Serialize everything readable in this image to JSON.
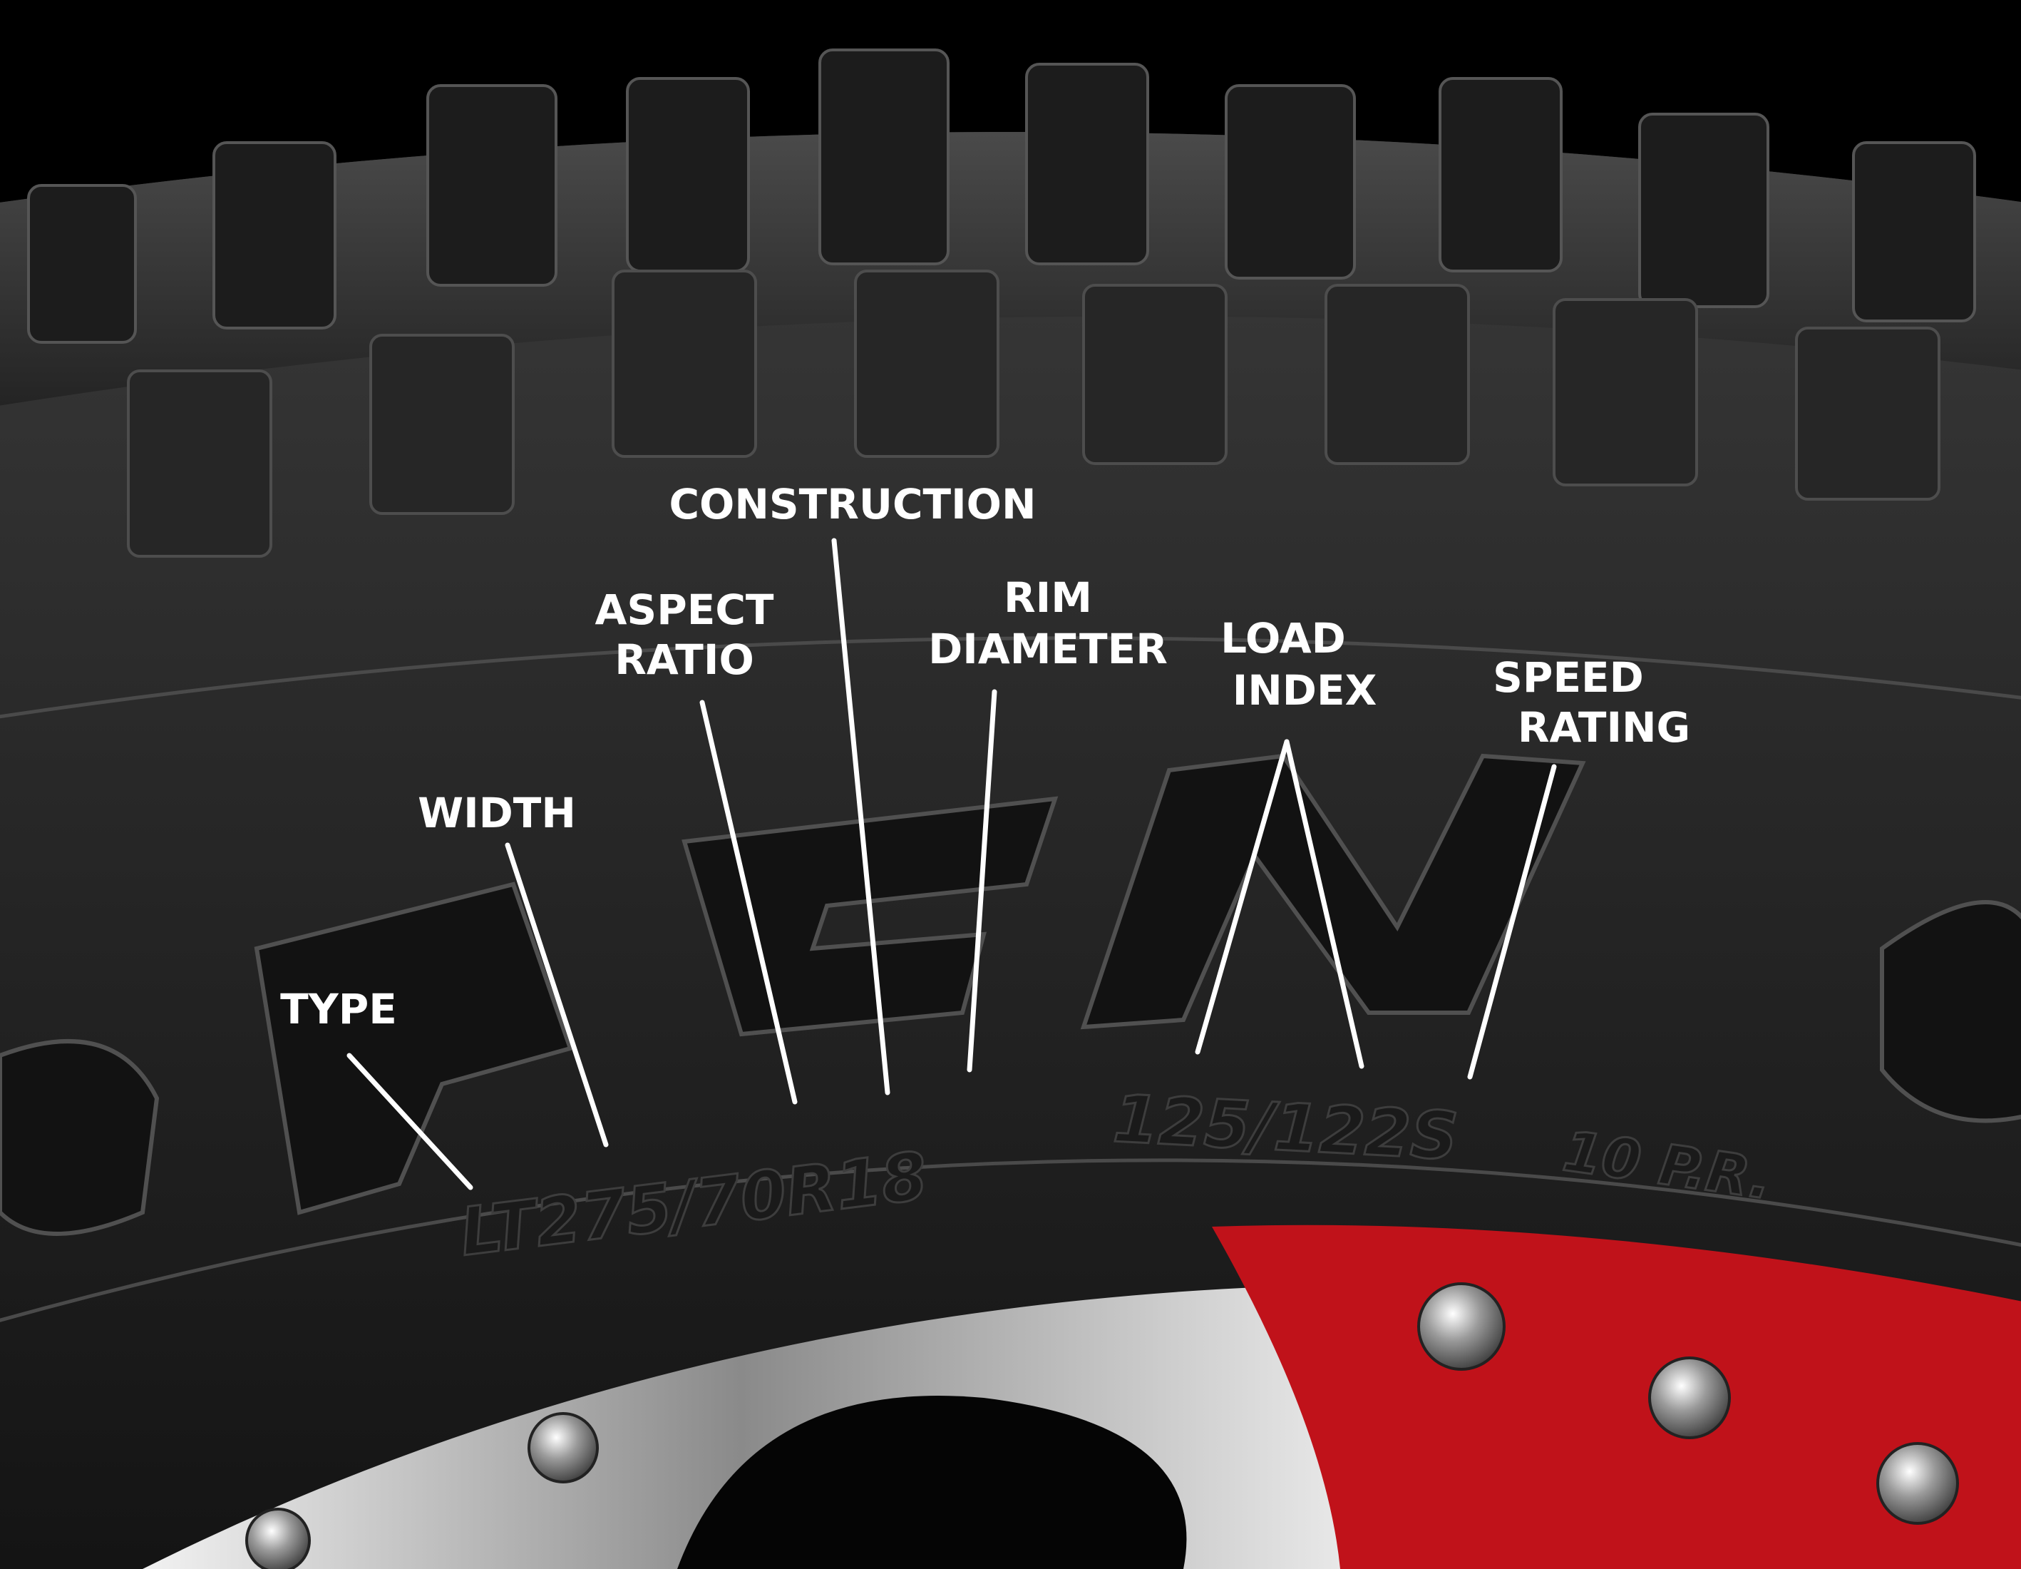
{
  "labels": {
    "type": "TYPE",
    "width": "WIDTH",
    "aspect_ratio_1": "ASPECT",
    "aspect_ratio_2": "RATIO",
    "construction": "CONSTRUCTION",
    "rim_diameter_1": "RIM",
    "rim_diameter_2": "DIAMETER",
    "load_index_1": "LOAD",
    "load_index_2": "INDEX",
    "speed_rating_1": "SPEED",
    "speed_rating_2": "RATING"
  },
  "sidewall": {
    "size_code": "LT275/70R18",
    "load_speed_code": "125/122S",
    "ply_rating": "10 P.R."
  },
  "colors": {
    "background": "#000000",
    "rubber": "#2a2a2a",
    "label": "#ffffff",
    "rim_red": "#c0121a",
    "rim_chrome": "#d8d8d8"
  }
}
